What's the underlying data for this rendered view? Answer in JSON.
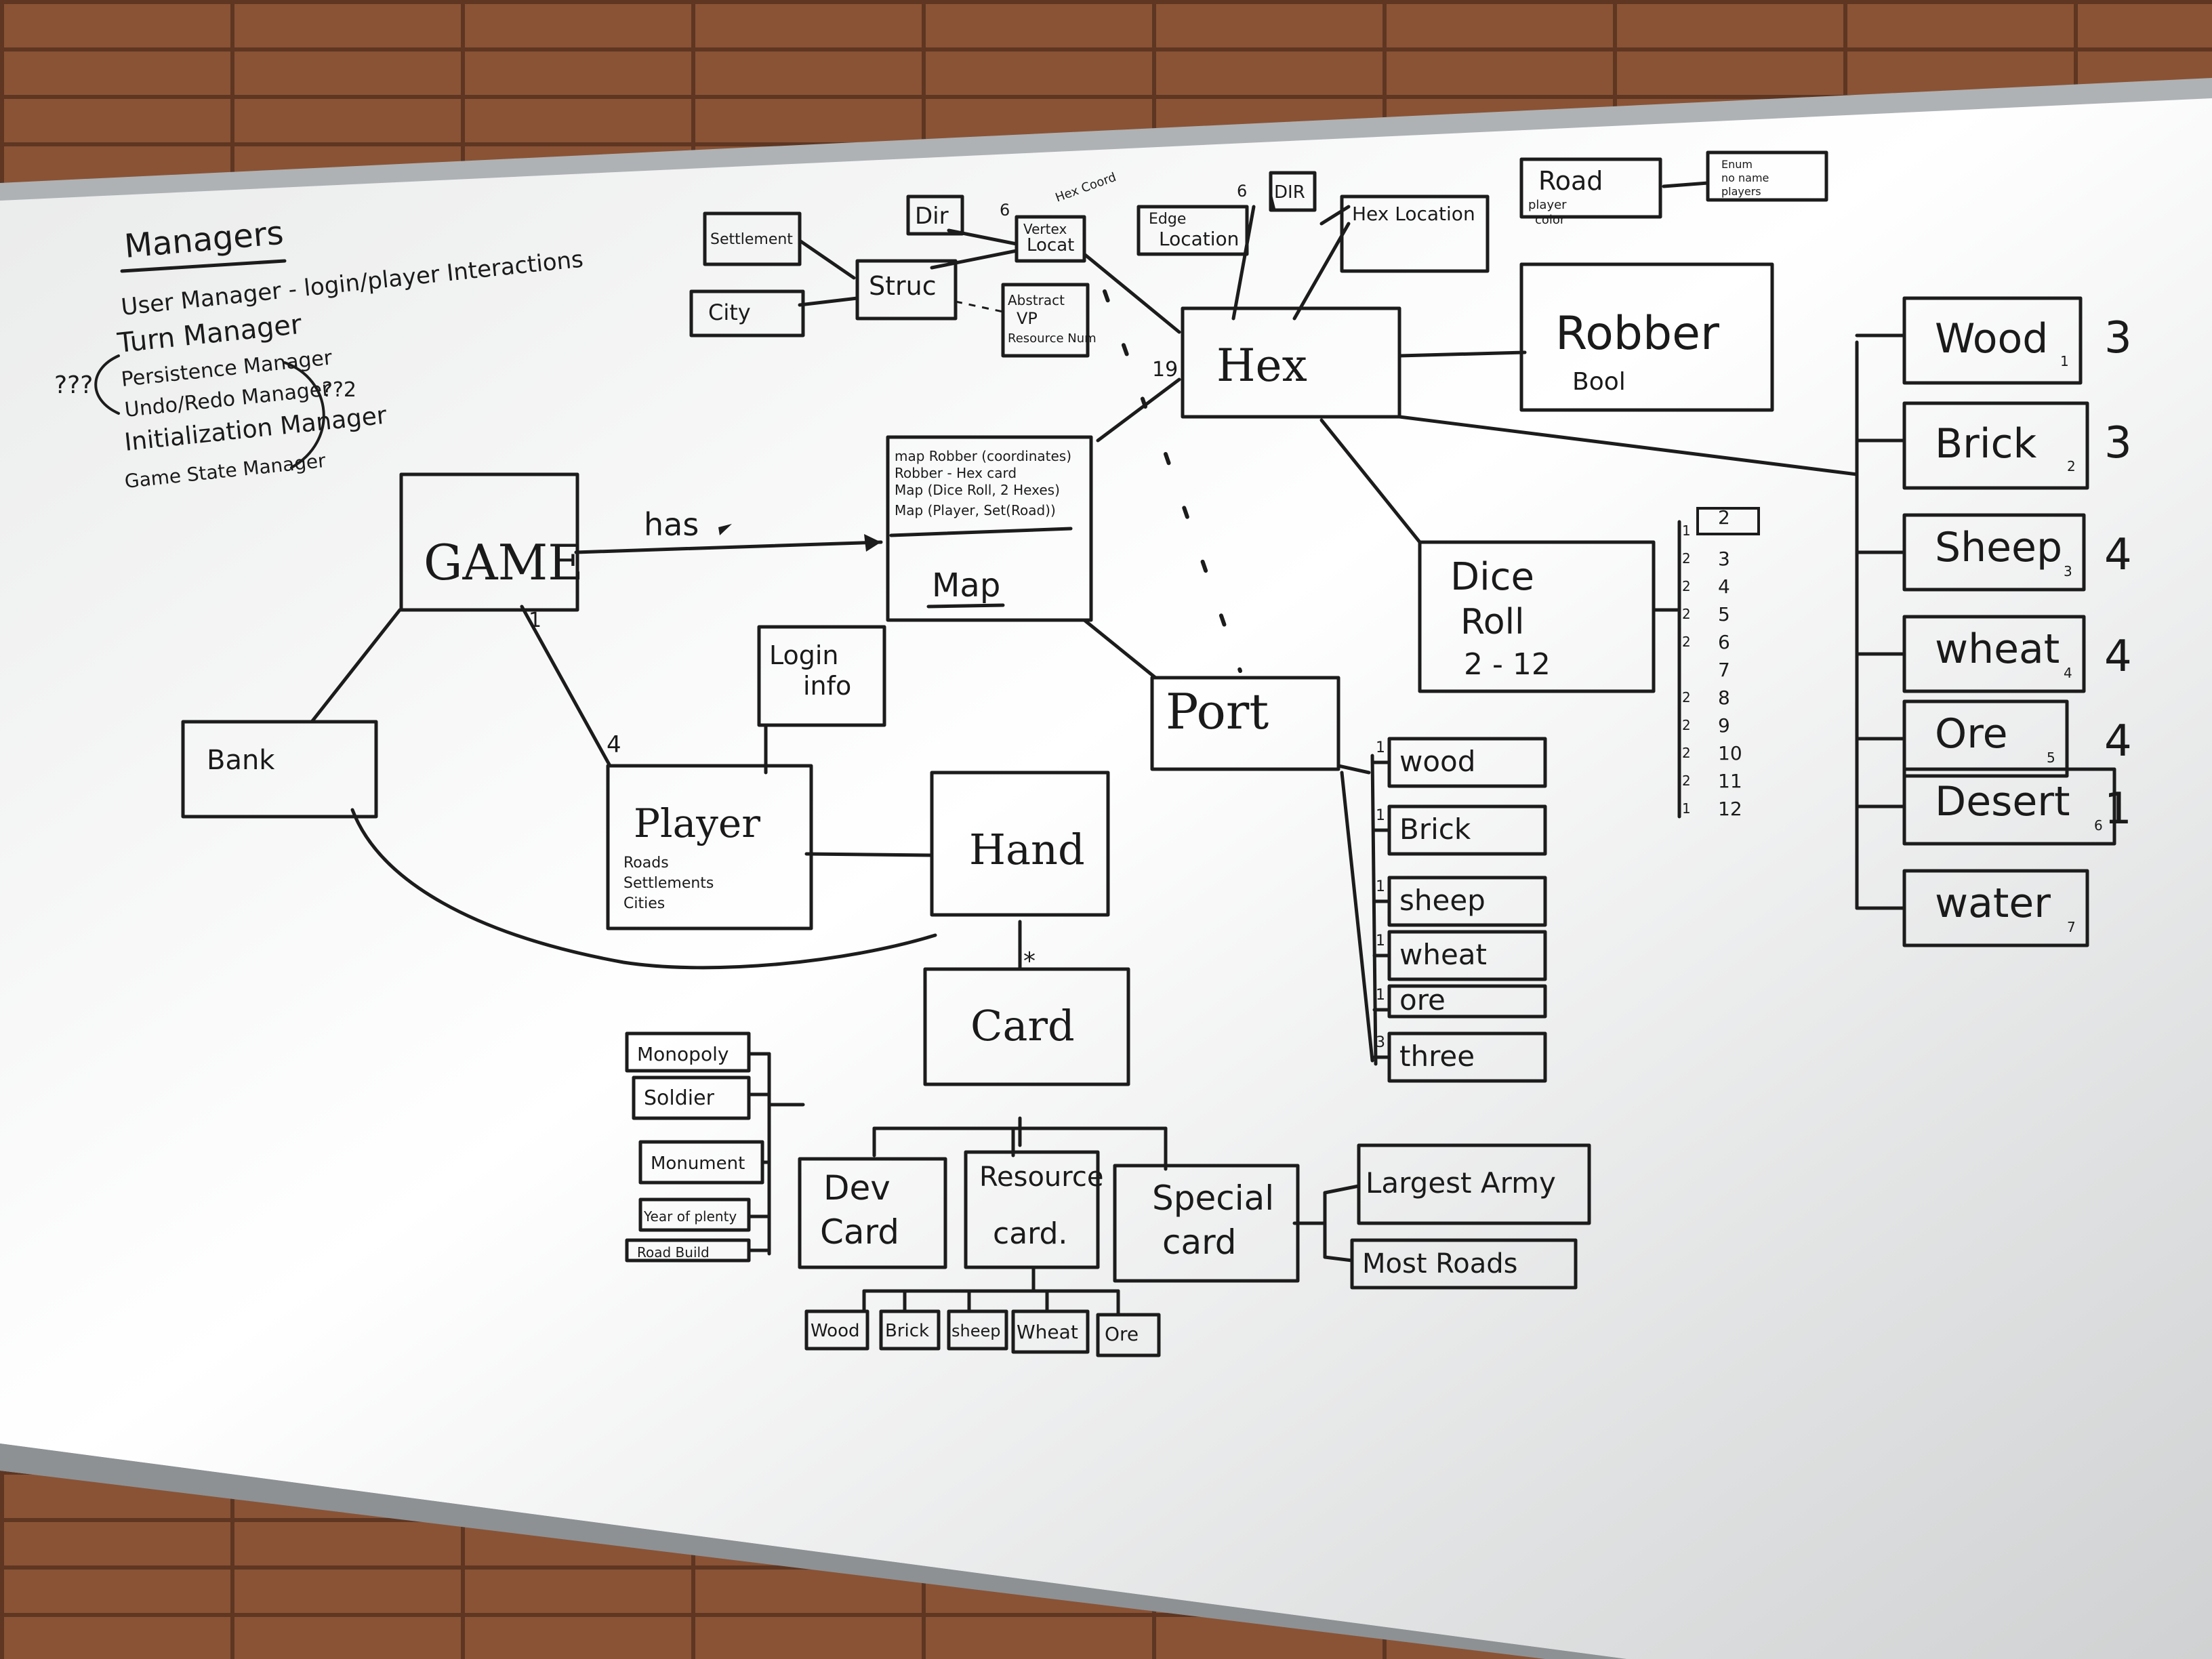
{
  "managers": {
    "title": "Managers",
    "items": [
      "User Manager - login/player Interactions",
      "Turn Manager",
      "Persistence Manager",
      "Undo/Redo Manager",
      "Initialization Manager",
      "Game State Manager"
    ],
    "q_left": "???",
    "q_right": "??2"
  },
  "game": {
    "label": "GAME",
    "mult": "1",
    "has": "has"
  },
  "bank": {
    "label": "Bank"
  },
  "player": {
    "label": "Player",
    "mult": "4",
    "details": [
      "Roads",
      "Settlements",
      "Cities"
    ]
  },
  "login": {
    "label1": "Login",
    "label2": "info"
  },
  "hand": {
    "label": "Hand",
    "mult": "*"
  },
  "card": {
    "label": "Card",
    "dev": {
      "l1": "Dev",
      "l2": "Card",
      "items": [
        "Monopoly",
        "Soldier",
        "Monument",
        "Year of plenty",
        "Road Build"
      ]
    },
    "resource": {
      "l1": "Resource",
      "l2": "card.",
      "items": [
        "Wood",
        "Brick",
        "sheep",
        "Wheat",
        "Ore"
      ]
    },
    "special": {
      "l1": "Special",
      "l2": "card",
      "items": [
        "Largest Army",
        "Most Roads"
      ]
    }
  },
  "map": {
    "label": "Map",
    "notes": [
      "map Robber (coordinates)",
      "Robber - Hex card",
      "Map (Dice Roll, 2 Hexes)",
      "Map (Player, Set(Road))"
    ]
  },
  "struc": {
    "label": "Struc",
    "settlement": "Settlement",
    "city": "City",
    "abstract": [
      "Abstract",
      "VP",
      "Resource Num"
    ],
    "vertex": [
      "Vertex",
      "Locat"
    ],
    "vertex_mult": "6",
    "vertex_note": "Hex Coord",
    "dir1": "Dir",
    "edge": [
      "Edge",
      "Location"
    ],
    "edge_mult": "6",
    "dir2": "DIR",
    "hexloc": "Hex Location",
    "road": {
      "label": "Road",
      "sub1": "player",
      "sub2": "color"
    },
    "enum": [
      "Enum",
      "no name",
      "players"
    ]
  },
  "hex": {
    "label": "Hex",
    "mult": "19"
  },
  "robber": {
    "label": "Robber",
    "sub": "Bool"
  },
  "dice": {
    "l1": "Dice",
    "l2": "Roll",
    "l3": "2 - 12",
    "numbers": [
      "2",
      "3",
      "4",
      "5",
      "6",
      "7",
      "8",
      "9",
      "10",
      "11",
      "12"
    ],
    "counts": [
      "1",
      "2",
      "2",
      "2",
      "2",
      "",
      "2",
      "2",
      "2",
      "2",
      "1"
    ]
  },
  "port": {
    "label": "Port",
    "items": [
      {
        "label": "wood",
        "mult": "1"
      },
      {
        "label": "Brick",
        "mult": "1"
      },
      {
        "label": "sheep",
        "mult": "1"
      },
      {
        "label": "wheat",
        "mult": "1"
      },
      {
        "label": "ore",
        "mult": "1"
      },
      {
        "label": "three",
        "mult": "3"
      }
    ]
  },
  "hex_types": [
    {
      "label": "Wood",
      "idx": "1",
      "count": "3"
    },
    {
      "label": "Brick",
      "idx": "2",
      "count": "3"
    },
    {
      "label": "Sheep",
      "idx": "3",
      "count": "4"
    },
    {
      "label": "wheat",
      "idx": "4",
      "count": "4"
    },
    {
      "label": "Ore",
      "idx": "5",
      "count": "4"
    },
    {
      "label": "Desert",
      "idx": "6",
      "count": "1"
    },
    {
      "label": "water",
      "idx": "7",
      "count": ""
    }
  ],
  "colors": {
    "ink": "#1c1c1c",
    "board": "#f4f4f2",
    "frame": "#b9bcbf",
    "brick": "#8a5335"
  }
}
